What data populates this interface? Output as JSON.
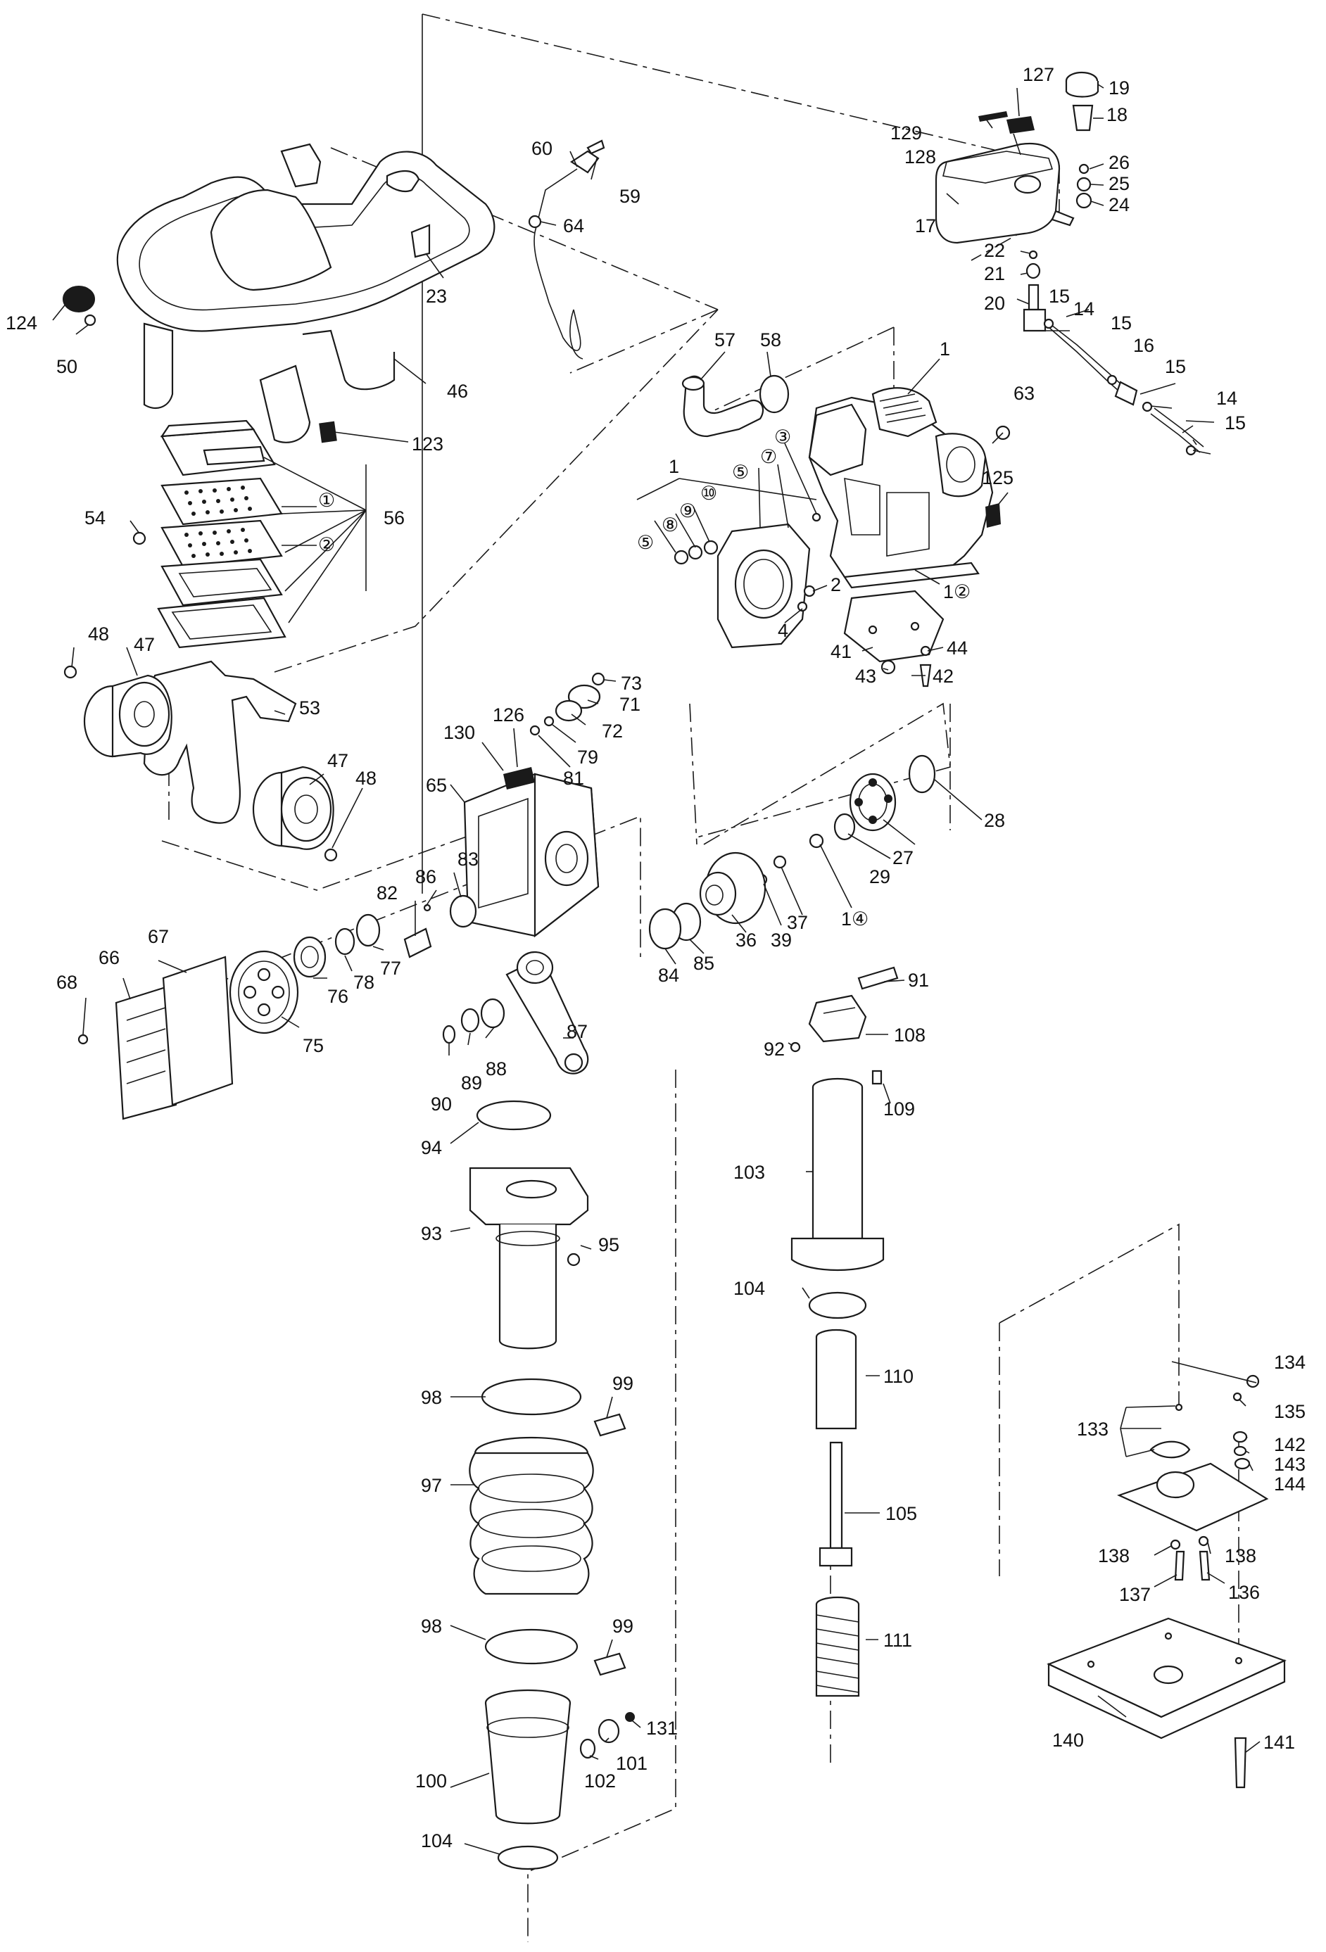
{
  "figure": {
    "type": "exploded parts diagram",
    "assemblies": [
      "handle frame",
      "air cleaner",
      "fuel tank",
      "engine",
      "crankcase",
      "ram",
      "bellows",
      "foot plate"
    ]
  },
  "labels": [
    {
      "id": "l1",
      "text": "1"
    },
    {
      "id": "l1b",
      "text": "1"
    },
    {
      "id": "l1c",
      "text": "1②"
    },
    {
      "id": "l1d",
      "text": "1④"
    },
    {
      "id": "l2",
      "text": "2"
    },
    {
      "id": "l3",
      "text": "③"
    },
    {
      "id": "l4",
      "text": "4"
    },
    {
      "id": "l5a",
      "text": "⑤"
    },
    {
      "id": "l5b",
      "text": "⑤"
    },
    {
      "id": "l7",
      "text": "⑦"
    },
    {
      "id": "l8",
      "text": "⑧"
    },
    {
      "id": "l9",
      "text": "⑨"
    },
    {
      "id": "l10",
      "text": "⑩"
    },
    {
      "id": "l14a",
      "text": "14"
    },
    {
      "id": "l14b",
      "text": "14"
    },
    {
      "id": "l15a",
      "text": "15"
    },
    {
      "id": "l15b",
      "text": "15"
    },
    {
      "id": "l15c",
      "text": "15"
    },
    {
      "id": "l15d",
      "text": "15"
    },
    {
      "id": "l16",
      "text": "16"
    },
    {
      "id": "l17",
      "text": "17"
    },
    {
      "id": "l18",
      "text": "18"
    },
    {
      "id": "l19",
      "text": "19"
    },
    {
      "id": "l20",
      "text": "20"
    },
    {
      "id": "l21",
      "text": "21"
    },
    {
      "id": "l22",
      "text": "22"
    },
    {
      "id": "l23",
      "text": "23"
    },
    {
      "id": "l24",
      "text": "24"
    },
    {
      "id": "l25",
      "text": "25"
    },
    {
      "id": "l26",
      "text": "26"
    },
    {
      "id": "l27",
      "text": "27"
    },
    {
      "id": "l28",
      "text": "28"
    },
    {
      "id": "l29",
      "text": "29"
    },
    {
      "id": "l36",
      "text": "36"
    },
    {
      "id": "l37",
      "text": "37"
    },
    {
      "id": "l39",
      "text": "39"
    },
    {
      "id": "l41",
      "text": "41"
    },
    {
      "id": "l42",
      "text": "42"
    },
    {
      "id": "l43",
      "text": "43"
    },
    {
      "id": "l44",
      "text": "44"
    },
    {
      "id": "l46",
      "text": "46"
    },
    {
      "id": "l47a",
      "text": "47"
    },
    {
      "id": "l47b",
      "text": "47"
    },
    {
      "id": "l48a",
      "text": "48"
    },
    {
      "id": "l48b",
      "text": "48"
    },
    {
      "id": "l50",
      "text": "50"
    },
    {
      "id": "l53",
      "text": "53"
    },
    {
      "id": "l54",
      "text": "54"
    },
    {
      "id": "l56",
      "text": "56"
    },
    {
      "id": "l56a",
      "text": "①"
    },
    {
      "id": "l56b",
      "text": "②"
    },
    {
      "id": "l57",
      "text": "57"
    },
    {
      "id": "l58",
      "text": "58"
    },
    {
      "id": "l59",
      "text": "59"
    },
    {
      "id": "l60",
      "text": "60"
    },
    {
      "id": "l63",
      "text": "63"
    },
    {
      "id": "l64",
      "text": "64"
    },
    {
      "id": "l65",
      "text": "65"
    },
    {
      "id": "l66",
      "text": "66"
    },
    {
      "id": "l67",
      "text": "67"
    },
    {
      "id": "l68",
      "text": "68"
    },
    {
      "id": "l71",
      "text": "71"
    },
    {
      "id": "l72",
      "text": "72"
    },
    {
      "id": "l73",
      "text": "73"
    },
    {
      "id": "l75",
      "text": "75"
    },
    {
      "id": "l76",
      "text": "76"
    },
    {
      "id": "l77",
      "text": "77"
    },
    {
      "id": "l78",
      "text": "78"
    },
    {
      "id": "l79",
      "text": "79"
    },
    {
      "id": "l81",
      "text": "81"
    },
    {
      "id": "l82",
      "text": "82"
    },
    {
      "id": "l83",
      "text": "83"
    },
    {
      "id": "l84",
      "text": "84"
    },
    {
      "id": "l85",
      "text": "85"
    },
    {
      "id": "l86",
      "text": "86"
    },
    {
      "id": "l87",
      "text": "87"
    },
    {
      "id": "l88",
      "text": "88"
    },
    {
      "id": "l89",
      "text": "89"
    },
    {
      "id": "l90",
      "text": "90"
    },
    {
      "id": "l91",
      "text": "91"
    },
    {
      "id": "l92",
      "text": "92"
    },
    {
      "id": "l93",
      "text": "93"
    },
    {
      "id": "l94",
      "text": "94"
    },
    {
      "id": "l95",
      "text": "95"
    },
    {
      "id": "l97",
      "text": "97"
    },
    {
      "id": "l98a",
      "text": "98"
    },
    {
      "id": "l98b",
      "text": "98"
    },
    {
      "id": "l99a",
      "text": "99"
    },
    {
      "id": "l99b",
      "text": "99"
    },
    {
      "id": "l100",
      "text": "100"
    },
    {
      "id": "l101",
      "text": "101"
    },
    {
      "id": "l102",
      "text": "102"
    },
    {
      "id": "l103",
      "text": "103"
    },
    {
      "id": "l104a",
      "text": "104"
    },
    {
      "id": "l104b",
      "text": "104"
    },
    {
      "id": "l105",
      "text": "105"
    },
    {
      "id": "l108",
      "text": "108"
    },
    {
      "id": "l109",
      "text": "109"
    },
    {
      "id": "l110",
      "text": "110"
    },
    {
      "id": "l111",
      "text": "111"
    },
    {
      "id": "l123",
      "text": "123"
    },
    {
      "id": "l124",
      "text": "124"
    },
    {
      "id": "l125",
      "text": "125"
    },
    {
      "id": "l126",
      "text": "126"
    },
    {
      "id": "l127",
      "text": "127"
    },
    {
      "id": "l128",
      "text": "128"
    },
    {
      "id": "l129",
      "text": "129"
    },
    {
      "id": "l130",
      "text": "130"
    },
    {
      "id": "l131",
      "text": "131"
    },
    {
      "id": "l133",
      "text": "133"
    },
    {
      "id": "l134",
      "text": "134"
    },
    {
      "id": "l135",
      "text": "135"
    },
    {
      "id": "l136",
      "text": "136"
    },
    {
      "id": "l137",
      "text": "137"
    },
    {
      "id": "l138a",
      "text": "138"
    },
    {
      "id": "l138b",
      "text": "138"
    },
    {
      "id": "l140",
      "text": "140"
    },
    {
      "id": "l141",
      "text": "141"
    },
    {
      "id": "l142",
      "text": "142"
    },
    {
      "id": "l143",
      "text": "143"
    },
    {
      "id": "l144",
      "text": "144"
    }
  ]
}
